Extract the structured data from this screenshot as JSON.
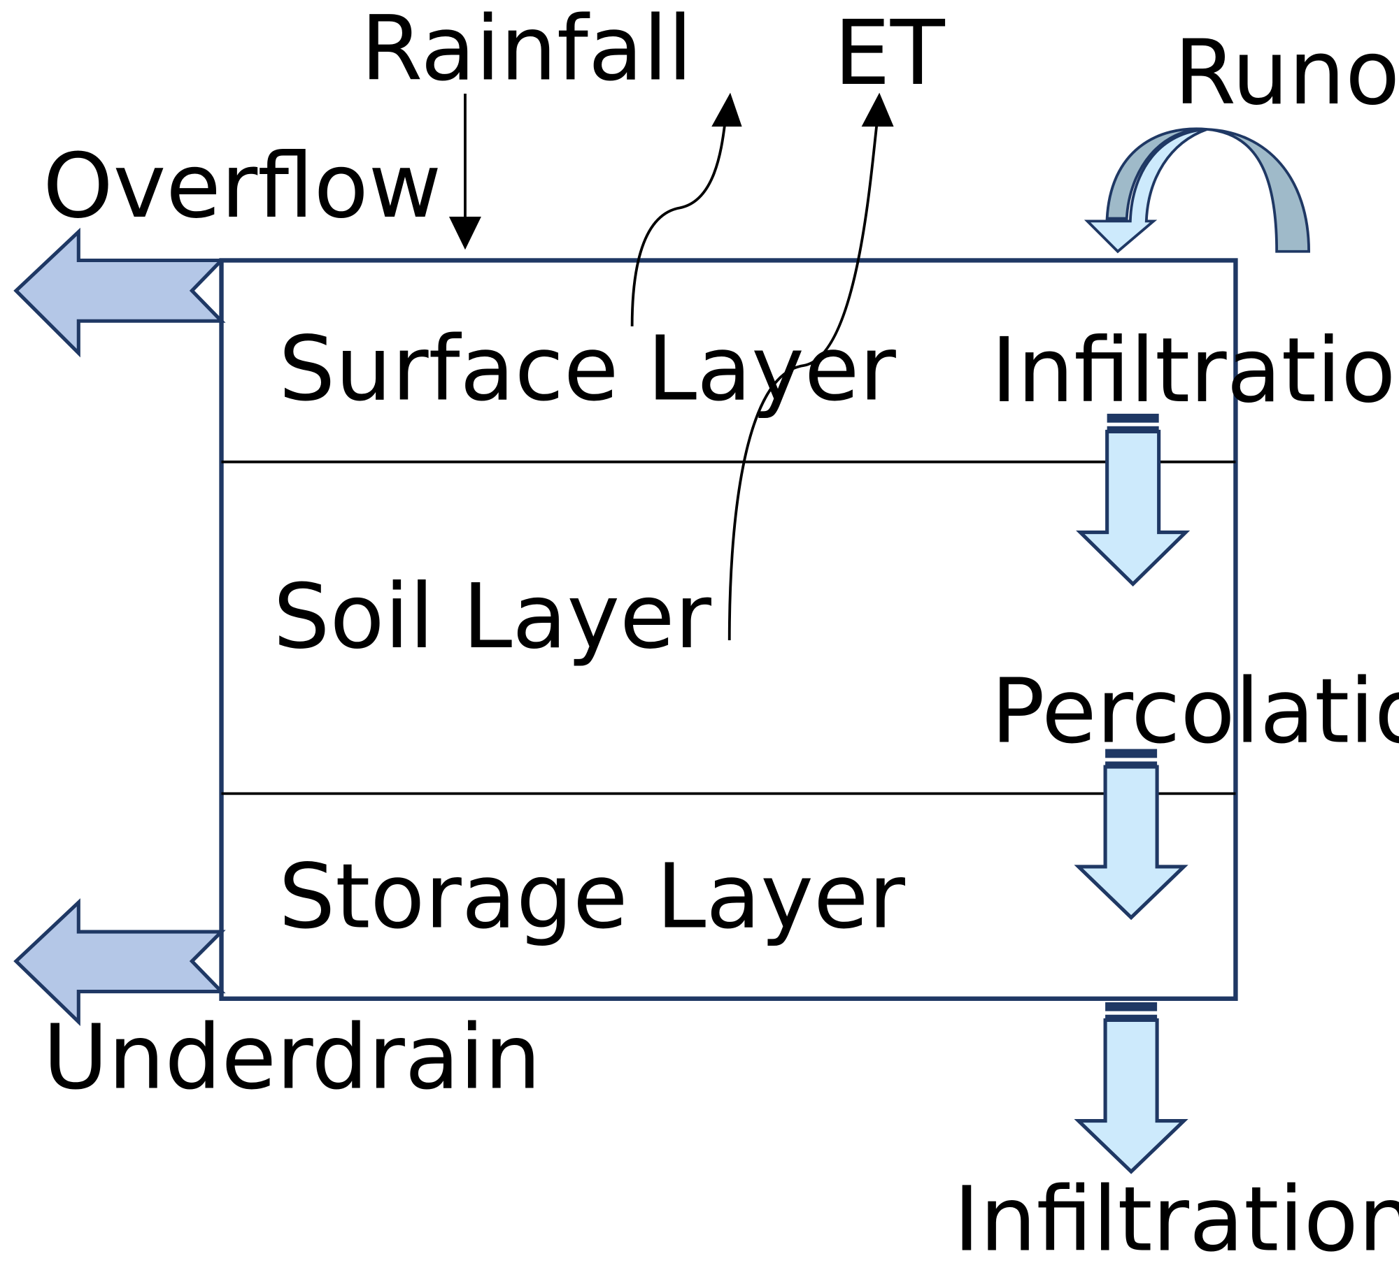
{
  "labels": {
    "rainfall": "Rainfall",
    "et": "ET",
    "runon": "Runon",
    "overflow": "Overflow",
    "surface_layer": "Surface Layer",
    "soil_layer": "Soil Layer",
    "storage_layer": "Storage Layer",
    "infiltration_top": "Infiltration",
    "percolation": "Percolation",
    "underdrain": "Underdrain",
    "infiltration_bottom": "Infiltration"
  },
  "colors": {
    "box_border": "#1f3864",
    "left_arrow_fill": "#b4c7e7",
    "down_arrow_fill": "#cdeafc",
    "runon_fill_light": "#cdeafc",
    "runon_fill_dark": "#9fbac9",
    "line": "#000000"
  }
}
